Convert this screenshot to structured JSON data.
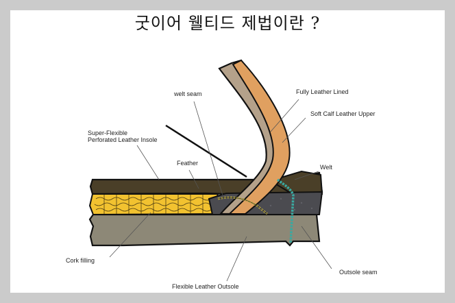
{
  "title": "굿이어 웰티드 제법이란 ?",
  "diagram": {
    "labels": {
      "welt_seam": "welt seam",
      "fully_leather_lined": "Fully Leather Lined",
      "soft_calf_leather_upper": "Soft Calf Leather Upper",
      "insole_line1": "Super-Flexible",
      "insole_line2": "Perforated Leather Insole",
      "feather": "Feather",
      "welt": "Welt",
      "cork_filling": "Cork filling",
      "outsole_seam": "Outsole seam",
      "flexible_leather_outsole": "Flexible Leather Outsole"
    },
    "colors": {
      "page_background": "#cbcbcb",
      "panel": "#ffffff",
      "insole": "#4a3f28",
      "cork": "#f2c230",
      "outsole": "#8d8877",
      "midsole": "#4b4b50",
      "upper": "#e0a060",
      "lining": "#b4a18a",
      "outsole_stitch": "#3aa8a0",
      "welt_stitch": "#b8a94a",
      "outline": "#111111"
    }
  }
}
